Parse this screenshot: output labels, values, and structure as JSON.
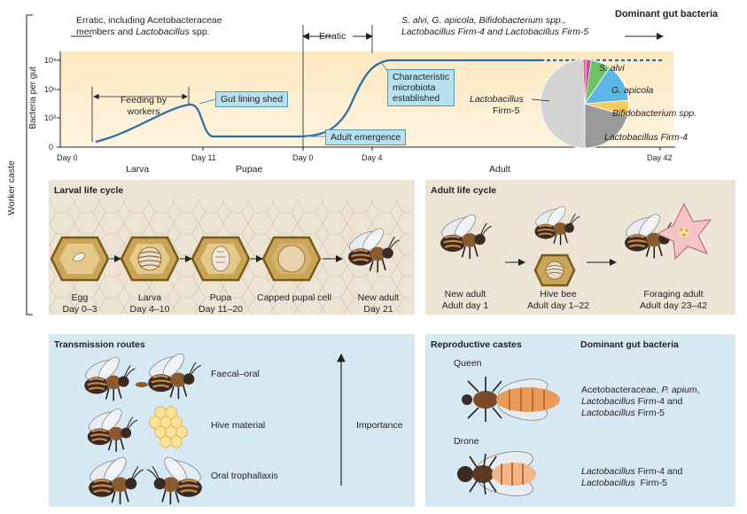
{
  "title": "Dominant gut bacteria",
  "side_label": "Worker caste",
  "timeline": {
    "phase1": [
      "Erratic, including Acetobacteraceae",
      "members and Lactobacillus spp."
    ],
    "phase2": "Erratic",
    "phase3_line1": "S. alvi, G. apicola, Bifidobacterium spp.,",
    "phase3_line2": "Lactobacillus Firm-4 and Lactobacillus Firm-5"
  },
  "chart": {
    "ylabel": "Bacteria per gut",
    "yticks": [
      "10⁸",
      "10⁶",
      "10³",
      "0"
    ],
    "xticks": [
      "Day 0",
      "Day 11",
      "Day 0",
      "Day 4",
      "Day 42"
    ],
    "stages": [
      "Larva",
      "Pupae",
      "Adult"
    ],
    "feeding": [
      "Feeding by",
      "workers"
    ],
    "gut_shed": "Gut lining shed",
    "adult_emergence": "Adult emergence",
    "characteristic": [
      "Characteristic",
      "microbiota",
      "established"
    ]
  },
  "pie": {
    "labels": {
      "salvi": "S. alvi",
      "gapicola": "G. apicola",
      "bifido": "Bifidobacterium spp.",
      "firm4": "Lactobacillus Firm-4",
      "firm5_a": "Lactobacillus",
      "firm5_b": "Firm-5"
    },
    "colors": {
      "firm5": "#d4d4d4",
      "firm4": "#9a9a9a",
      "bifido": "#f5cc5c",
      "gapicola": "#5bb7e6",
      "salvi": "#72c167",
      "a": "#b8529a",
      "b": "#e96b8f"
    }
  },
  "larval": {
    "title": "Larval life cycle",
    "stages": [
      {
        "name": "Egg",
        "days": "Day 0–3"
      },
      {
        "name": "Larva",
        "days": "Day 4–10"
      },
      {
        "name": "Pupa",
        "days": "Day 11–20"
      },
      {
        "name": "Capped pupal cell",
        "days": ""
      },
      {
        "name": "New adult",
        "days": "Day 21"
      }
    ]
  },
  "adult": {
    "title": "Adult life cycle",
    "stages": [
      {
        "name": "New adult",
        "days": "Adult day 1"
      },
      {
        "name": "Hive bee",
        "days": "Adult day 1–22"
      },
      {
        "name": "Foraging adult",
        "days": "Adult day 23–42"
      }
    ]
  },
  "transmission": {
    "title": "Transmission routes",
    "routes": [
      "Faecal–oral",
      "Hive material",
      "Oral trophallaxis"
    ],
    "importance": "Importance"
  },
  "repro": {
    "title": "Reproductive castes",
    "bact_title": "Dominant gut bacteria",
    "queen": "Queen",
    "drone": "Drone",
    "queen_bact": [
      "Acetobacteraceae, P. apium,",
      "Lactobacillus Firm-4 and",
      "Lactobacillus Firm-5"
    ],
    "drone_bact": [
      "Lactobacillus Firm-4 and",
      "Lactobacillus Firm-5"
    ]
  },
  "colors": {
    "band": "#fbe6bf",
    "curve": "#2a6ea6",
    "callout": "#b7e1ef",
    "panel_larval": "#ede4d6",
    "panel_adult": "#ede4d6",
    "panel_blue": "#d6e9f2",
    "cell": "#7a5a19"
  }
}
